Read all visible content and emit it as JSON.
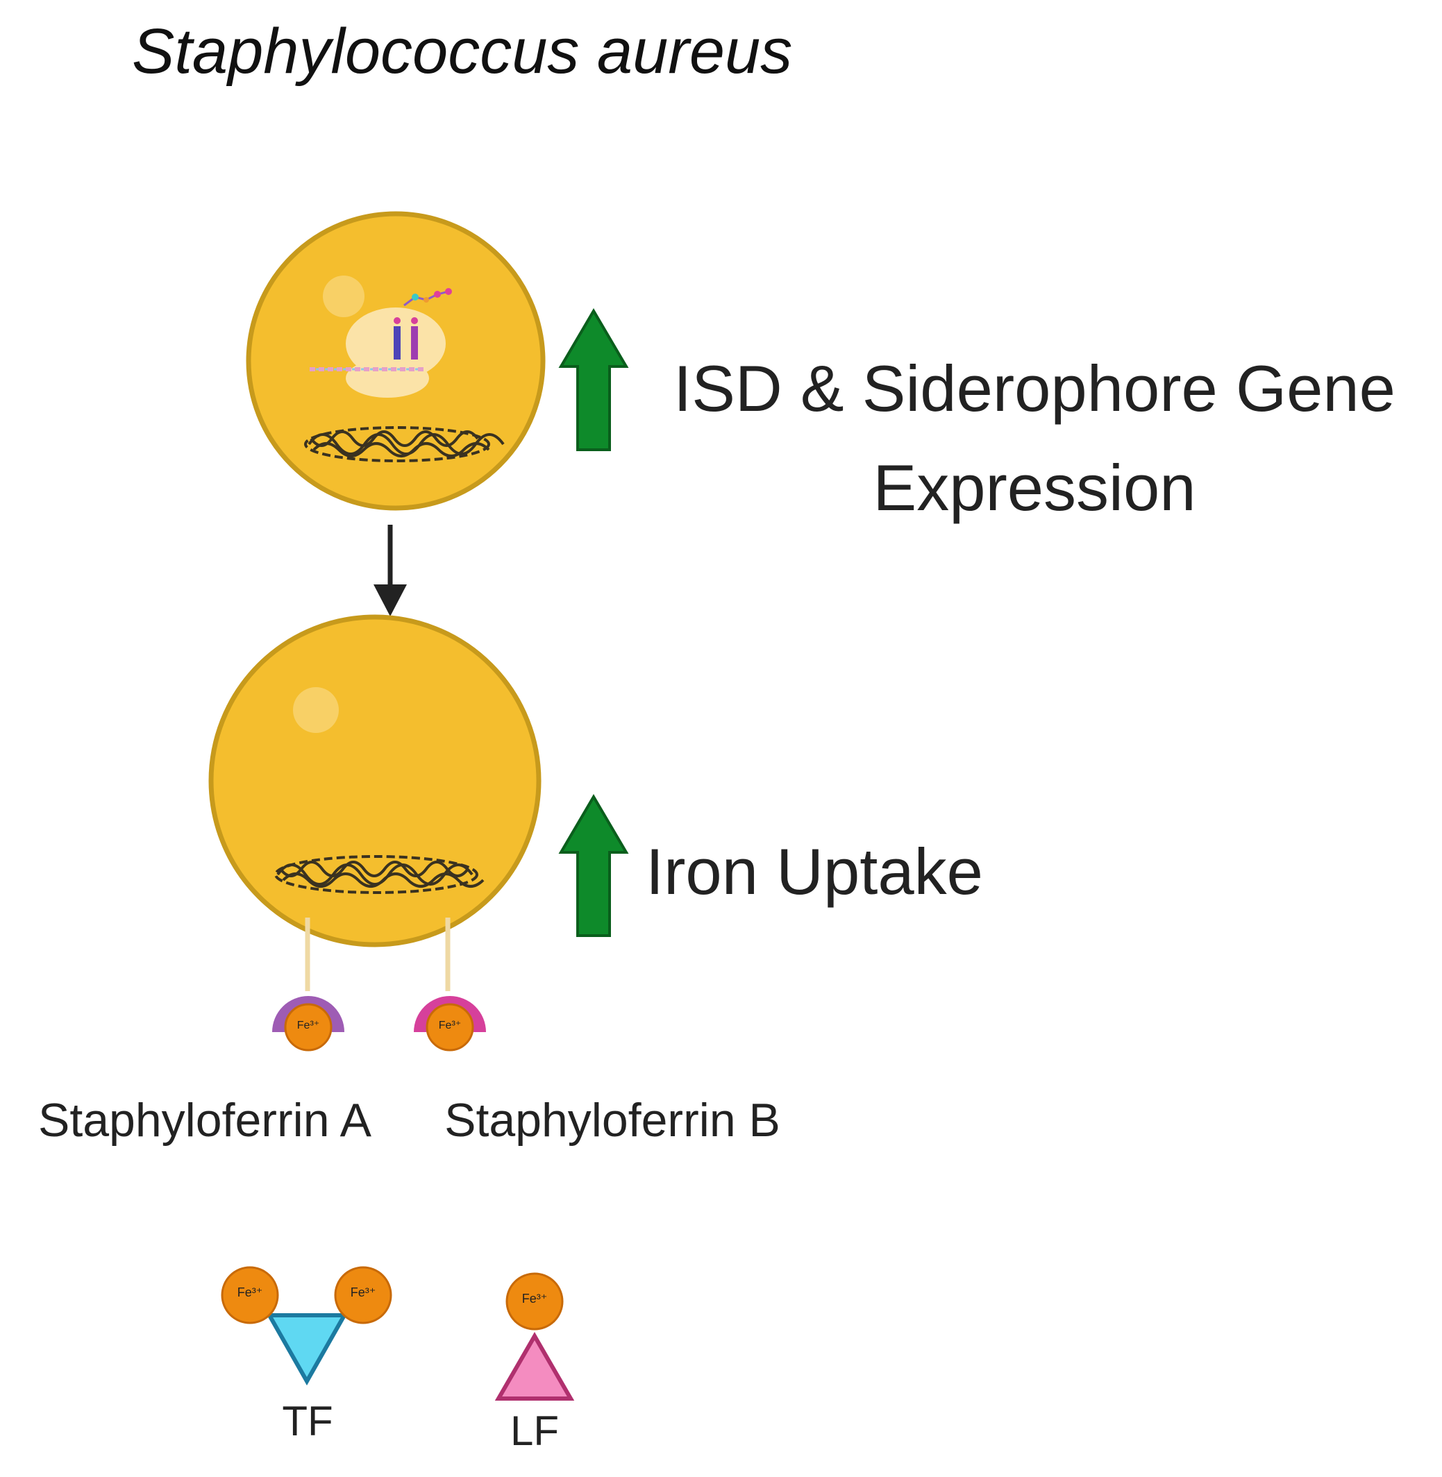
{
  "title": "Staphylococcus aureus",
  "labels": {
    "expression_line1": "ISD & Siderophore Gene",
    "expression_line2": "Expression",
    "uptake": "Iron Uptake",
    "staphyloferrin_a": "Staphyloferrin A",
    "staphyloferrin_b": "Staphyloferrin B",
    "tf": "TF",
    "lf": "LF",
    "fe": "Fe³⁺"
  },
  "colors": {
    "cell_fill": "#F4BE2E",
    "cell_stroke": "#C79A1C",
    "up_arrow": "#0E8A2A",
    "up_arrow_stroke": "#0A5E1C",
    "iron": "#EE8A10",
    "staphyloferrin_a": "#9E5CB4",
    "staphyloferrin_b": "#D6409B",
    "tf": "#5FD8F2",
    "lf": "#F48CC0"
  },
  "icons": {
    "up_arrows": "green-up-arrow-icon",
    "flow": "down-arrow-icon",
    "ribosome": "ribosome-icon",
    "dna": "dna-nucleoid-icon"
  }
}
